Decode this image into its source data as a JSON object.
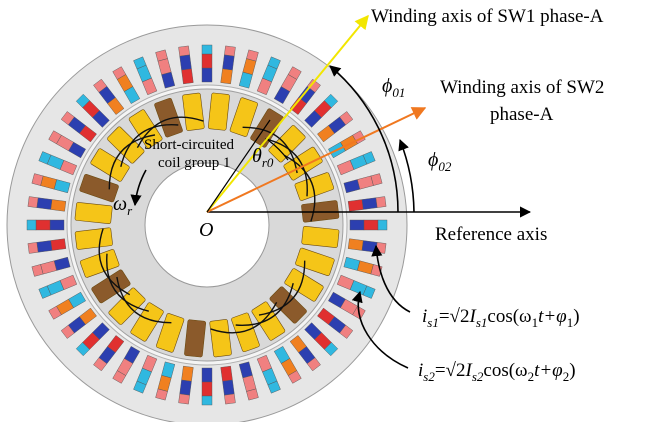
{
  "labels": {
    "sw1_axis": "Winding axis of SW1 phase-A",
    "sw2_axis_line1": "Winding axis of SW2",
    "sw2_axis_line2": "phase-A",
    "reference_axis": "Reference axis",
    "short_circuited_line1": "Short-circuited",
    "short_circuited_line2": "coil group 1",
    "origin": "O"
  },
  "symbols": {
    "phi01": {
      "base": "ϕ",
      "sub": "01"
    },
    "phi02": {
      "base": "ϕ",
      "sub": "02"
    },
    "theta_r0": {
      "base": "θ",
      "sub": "r0"
    },
    "omega_r": {
      "base": "ω",
      "sub": "r"
    }
  },
  "equations": {
    "is1": {
      "lhs": "i",
      "lhs_sub": "s1",
      "eq": "=√2",
      "I": "I",
      "I_sub": "s1",
      "rest": "cos(ω",
      "w_sub": "1",
      "t": "t+φ",
      "p_sub": "1",
      "close": ")"
    },
    "is2": {
      "lhs": "i",
      "lhs_sub": "s2",
      "eq": "=√2",
      "I": "I",
      "I_sub": "s2",
      "rest": "cos(ω",
      "w_sub": "2",
      "t": "t+φ",
      "p_sub": "2",
      "close": ")"
    }
  },
  "colors": {
    "disc": "#e6e6e6",
    "rotor": "#d9d9d9",
    "sw1_axis": "#f2e600",
    "sw2_axis": "#f07820",
    "coil_yellow": "#f5c518",
    "coil_brown": "#8b5a2b",
    "slot_red": "#e03030",
    "slot_blue": "#2c3fb0",
    "slot_orange": "#f08020",
    "slot_cyan": "#30b8e0",
    "slot_pink": "#f08080"
  },
  "stator_slot_count": 48,
  "rotor_coil_count": 28
}
